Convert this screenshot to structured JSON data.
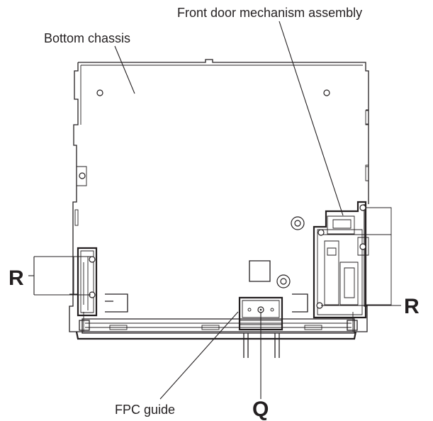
{
  "labels": {
    "front_door": "Front door mechanism assembly",
    "bottom_chassis": "Bottom chassis",
    "fpc_guide": "FPC guide",
    "r_left": "R",
    "r_right": "R",
    "q": "Q"
  }
}
